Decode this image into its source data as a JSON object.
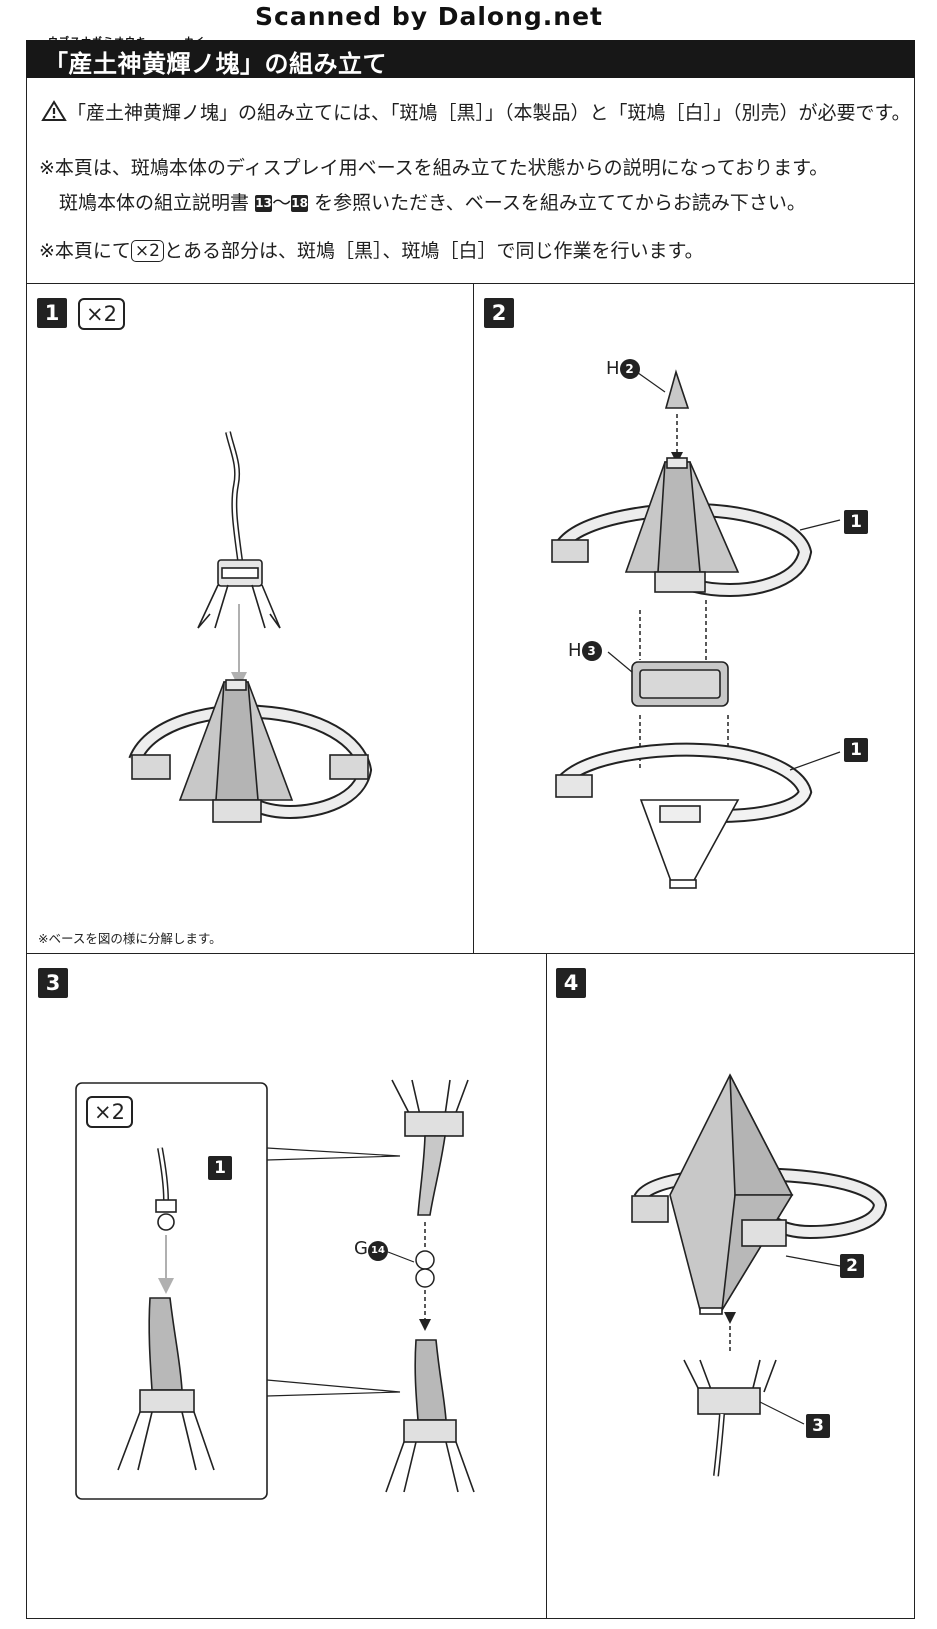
{
  "scan_credit": "Scanned by Dalong.net",
  "header": {
    "furigana_main": "ウブスナガミオウキ",
    "furigana_sub": "カイ",
    "title": "「産土神黄輝ノ塊」の組み立て"
  },
  "intro": {
    "line1": "「産土神黄輝ノ塊」の組み立てには、「斑鳩［黒］」（本製品）と「斑鳩［白］」（別売）が必要です。",
    "line2": "※本頁は、斑鳩本体のディスプレイ用ベースを組み立てた状態からの説明になっております。",
    "line3_a": "斑鳩本体の組立説明書",
    "line3_n1": "13",
    "line3_tilde": "～",
    "line3_n2": "18",
    "line3_b": "を参照いただき、ベースを組み立ててからお読み下さい。",
    "line4_a": "※本頁にて",
    "line4_box": "×2",
    "line4_b": "とある部分は、斑鳩［黒］、斑鳩［白］で同じ作業を行います。"
  },
  "steps": {
    "s1": {
      "num": "1",
      "x2": "×2",
      "note": "※ベースを図の様に分解します。"
    },
    "s2": {
      "num": "2",
      "label_h2_letter": "H",
      "label_h2_num": "2",
      "label_h3_letter": "H",
      "label_h3_num": "3",
      "callout_a": "1",
      "callout_b": "1"
    },
    "s3": {
      "num": "3",
      "x2": "×2",
      "callout": "1",
      "label_g_letter": "G",
      "label_g_num": "14"
    },
    "s4": {
      "num": "4",
      "callout_a": "2",
      "callout_b": "3"
    }
  },
  "icons": [
    "warning-icon"
  ],
  "colors": {
    "ink": "#1a1a1a",
    "fill_gray": "#c8c8c8",
    "arrow_gray": "#b0b0b0"
  }
}
